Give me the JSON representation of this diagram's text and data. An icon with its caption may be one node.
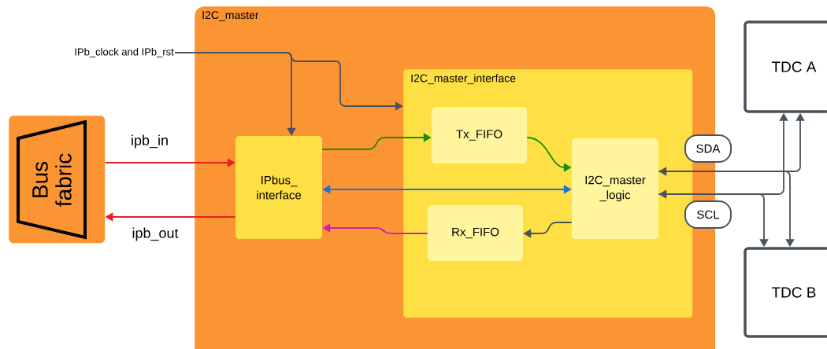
{
  "diagram": {
    "nodes": [
      {
        "text": [
          "Bus fabric"
        ]
      },
      {
        "text": [
          "I2C_master"
        ]
      },
      {
        "text": [
          "IPb_clock and IPb_rst"
        ]
      },
      {
        "text": [
          "IPbus_ interface"
        ],
        "in": 1
      },
      {
        "text": [
          "I2C_master_interface"
        ],
        "in": 1
      },
      {
        "text": [
          "Tx_FIFO"
        ],
        "in": 4
      },
      {
        "text": [
          "I2C_master _logic"
        ],
        "in": 4
      },
      {
        "text": [
          "Rx_FIFO"
        ],
        "in": 4
      },
      {
        "text": [
          "SDA"
        ]
      },
      {
        "text": [
          "SCL"
        ]
      },
      {
        "text": [
          "TDC A"
        ]
      },
      {
        "text": [
          "TDC B"
        ]
      }
    ],
    "edges": [
      {
        "from": 0,
        "to": 3,
        "arrow": "to",
        "label": "ipb_in",
        "color": "#e8202a"
      },
      {
        "from": 3,
        "to": 0,
        "arrow": "to",
        "label": "ipb_out",
        "color": "#e8202a"
      },
      {
        "from": 2,
        "to": 3,
        "arrow": "to"
      },
      {
        "from": 2,
        "to": 4,
        "arrow": "to"
      },
      {
        "from": 3,
        "to": 5,
        "arrow": "to",
        "color": "#139113"
      },
      {
        "from": 5,
        "to": 6,
        "arrow": "to",
        "color": "#139113"
      },
      {
        "from": 3,
        "to": 6,
        "arrow": "both",
        "color": "#1a73e8"
      },
      {
        "from": 7,
        "to": 3,
        "arrow": "to",
        "color": "#d020b0"
      },
      {
        "from": 6,
        "to": 7,
        "arrow": "to"
      },
      {
        "from": 6,
        "to": 10,
        "arrow": "both"
      },
      {
        "from": 6,
        "to": 11,
        "arrow": "to"
      },
      {
        "from": 6,
        "to": 10,
        "arrow": "both"
      },
      {
        "from": 6,
        "to": 11,
        "arrow": "to"
      }
    ]
  }
}
